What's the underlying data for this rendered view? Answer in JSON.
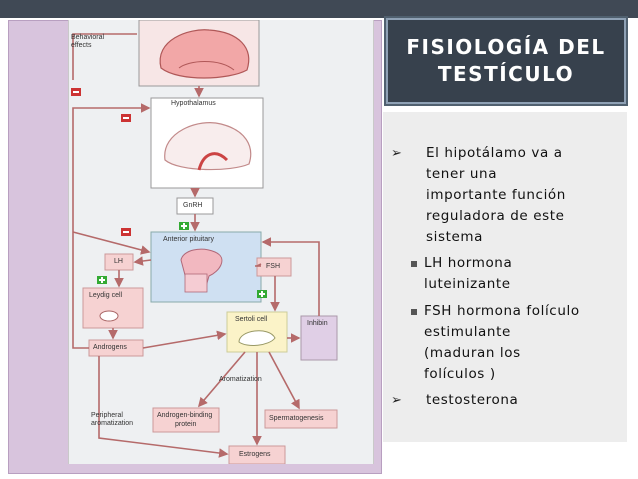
{
  "slide": {
    "title_line1": "FISIOLOGÍA DEL",
    "title_line2": "TESTÍCULO",
    "bullets": [
      {
        "type": "arrow",
        "lines": [
          "El hipotálamo va a",
          "tener una",
          "importante función",
          "reguladora de este",
          "sistema"
        ]
      },
      {
        "type": "square",
        "lines": [
          "LH hormona",
          "luteinizante"
        ]
      },
      {
        "type": "square",
        "lines": [
          "FSH hormona folículo",
          "estimulante",
          "(maduran los",
          "folículos )"
        ]
      },
      {
        "type": "arrow",
        "lines": [
          "testosterona"
        ]
      }
    ]
  },
  "diagram": {
    "labels": {
      "behavioral": "Behavioral",
      "effects": "effects",
      "hypothalamus": "Hypothalamus",
      "gnrh": "GnRH",
      "anterior_pituitary": "Anterior pituitary",
      "lh": "LH",
      "fsh": "FSH",
      "leydig": "Leydig cell",
      "sertoli": "Sertoli cell",
      "inhibin": "Inhibin",
      "androgens": "Androgens",
      "aromatization": "Aromatization",
      "peripheral": "Peripheral",
      "aromatization2": "aromatization",
      "abp1": "Androgen-binding",
      "abp2": "protein",
      "spermatogenesis": "Spermatogenesis",
      "estrogens": "Estrogens"
    },
    "signs": {
      "minus": "−",
      "plus": "+"
    }
  },
  "colors": {
    "title_bg": "#37414d",
    "frame": "#d8c4dd",
    "box_blue": "#cfe0f2",
    "box_pink": "#f6d2d2",
    "box_yellow": "#fbf3c8",
    "box_purple": "#e0cfe6",
    "arrow": "#b56a6a"
  }
}
